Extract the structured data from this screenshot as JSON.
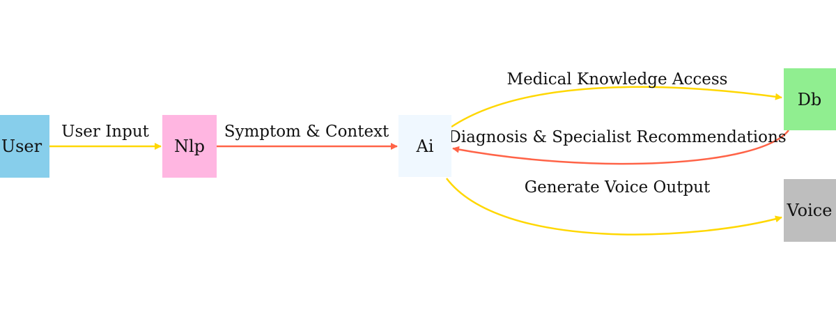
{
  "nodes": {
    "user": {
      "label": "User",
      "color": "#87CEEB"
    },
    "nlp": {
      "label": "Nlp",
      "color": "#FFB6E1"
    },
    "ai": {
      "label": "Ai",
      "color": "#F0F8FF"
    },
    "db": {
      "label": "Db",
      "color": "#90EE90"
    },
    "voice": {
      "label": "Voice",
      "color": "#BEBEBE"
    }
  },
  "edges": {
    "user_to_nlp": {
      "label": "User Input",
      "color": "#FFD700"
    },
    "nlp_to_ai": {
      "label": "Symptom & Context",
      "color": "#FF6347"
    },
    "ai_to_db": {
      "label": "Medical Knowledge Access",
      "color": "#FFD700"
    },
    "db_to_ai": {
      "label": "Diagnosis & Specialist Recommendations",
      "color": "#FF6347"
    },
    "ai_to_voice": {
      "label": "Generate Voice Output",
      "color": "#FFD700"
    }
  }
}
